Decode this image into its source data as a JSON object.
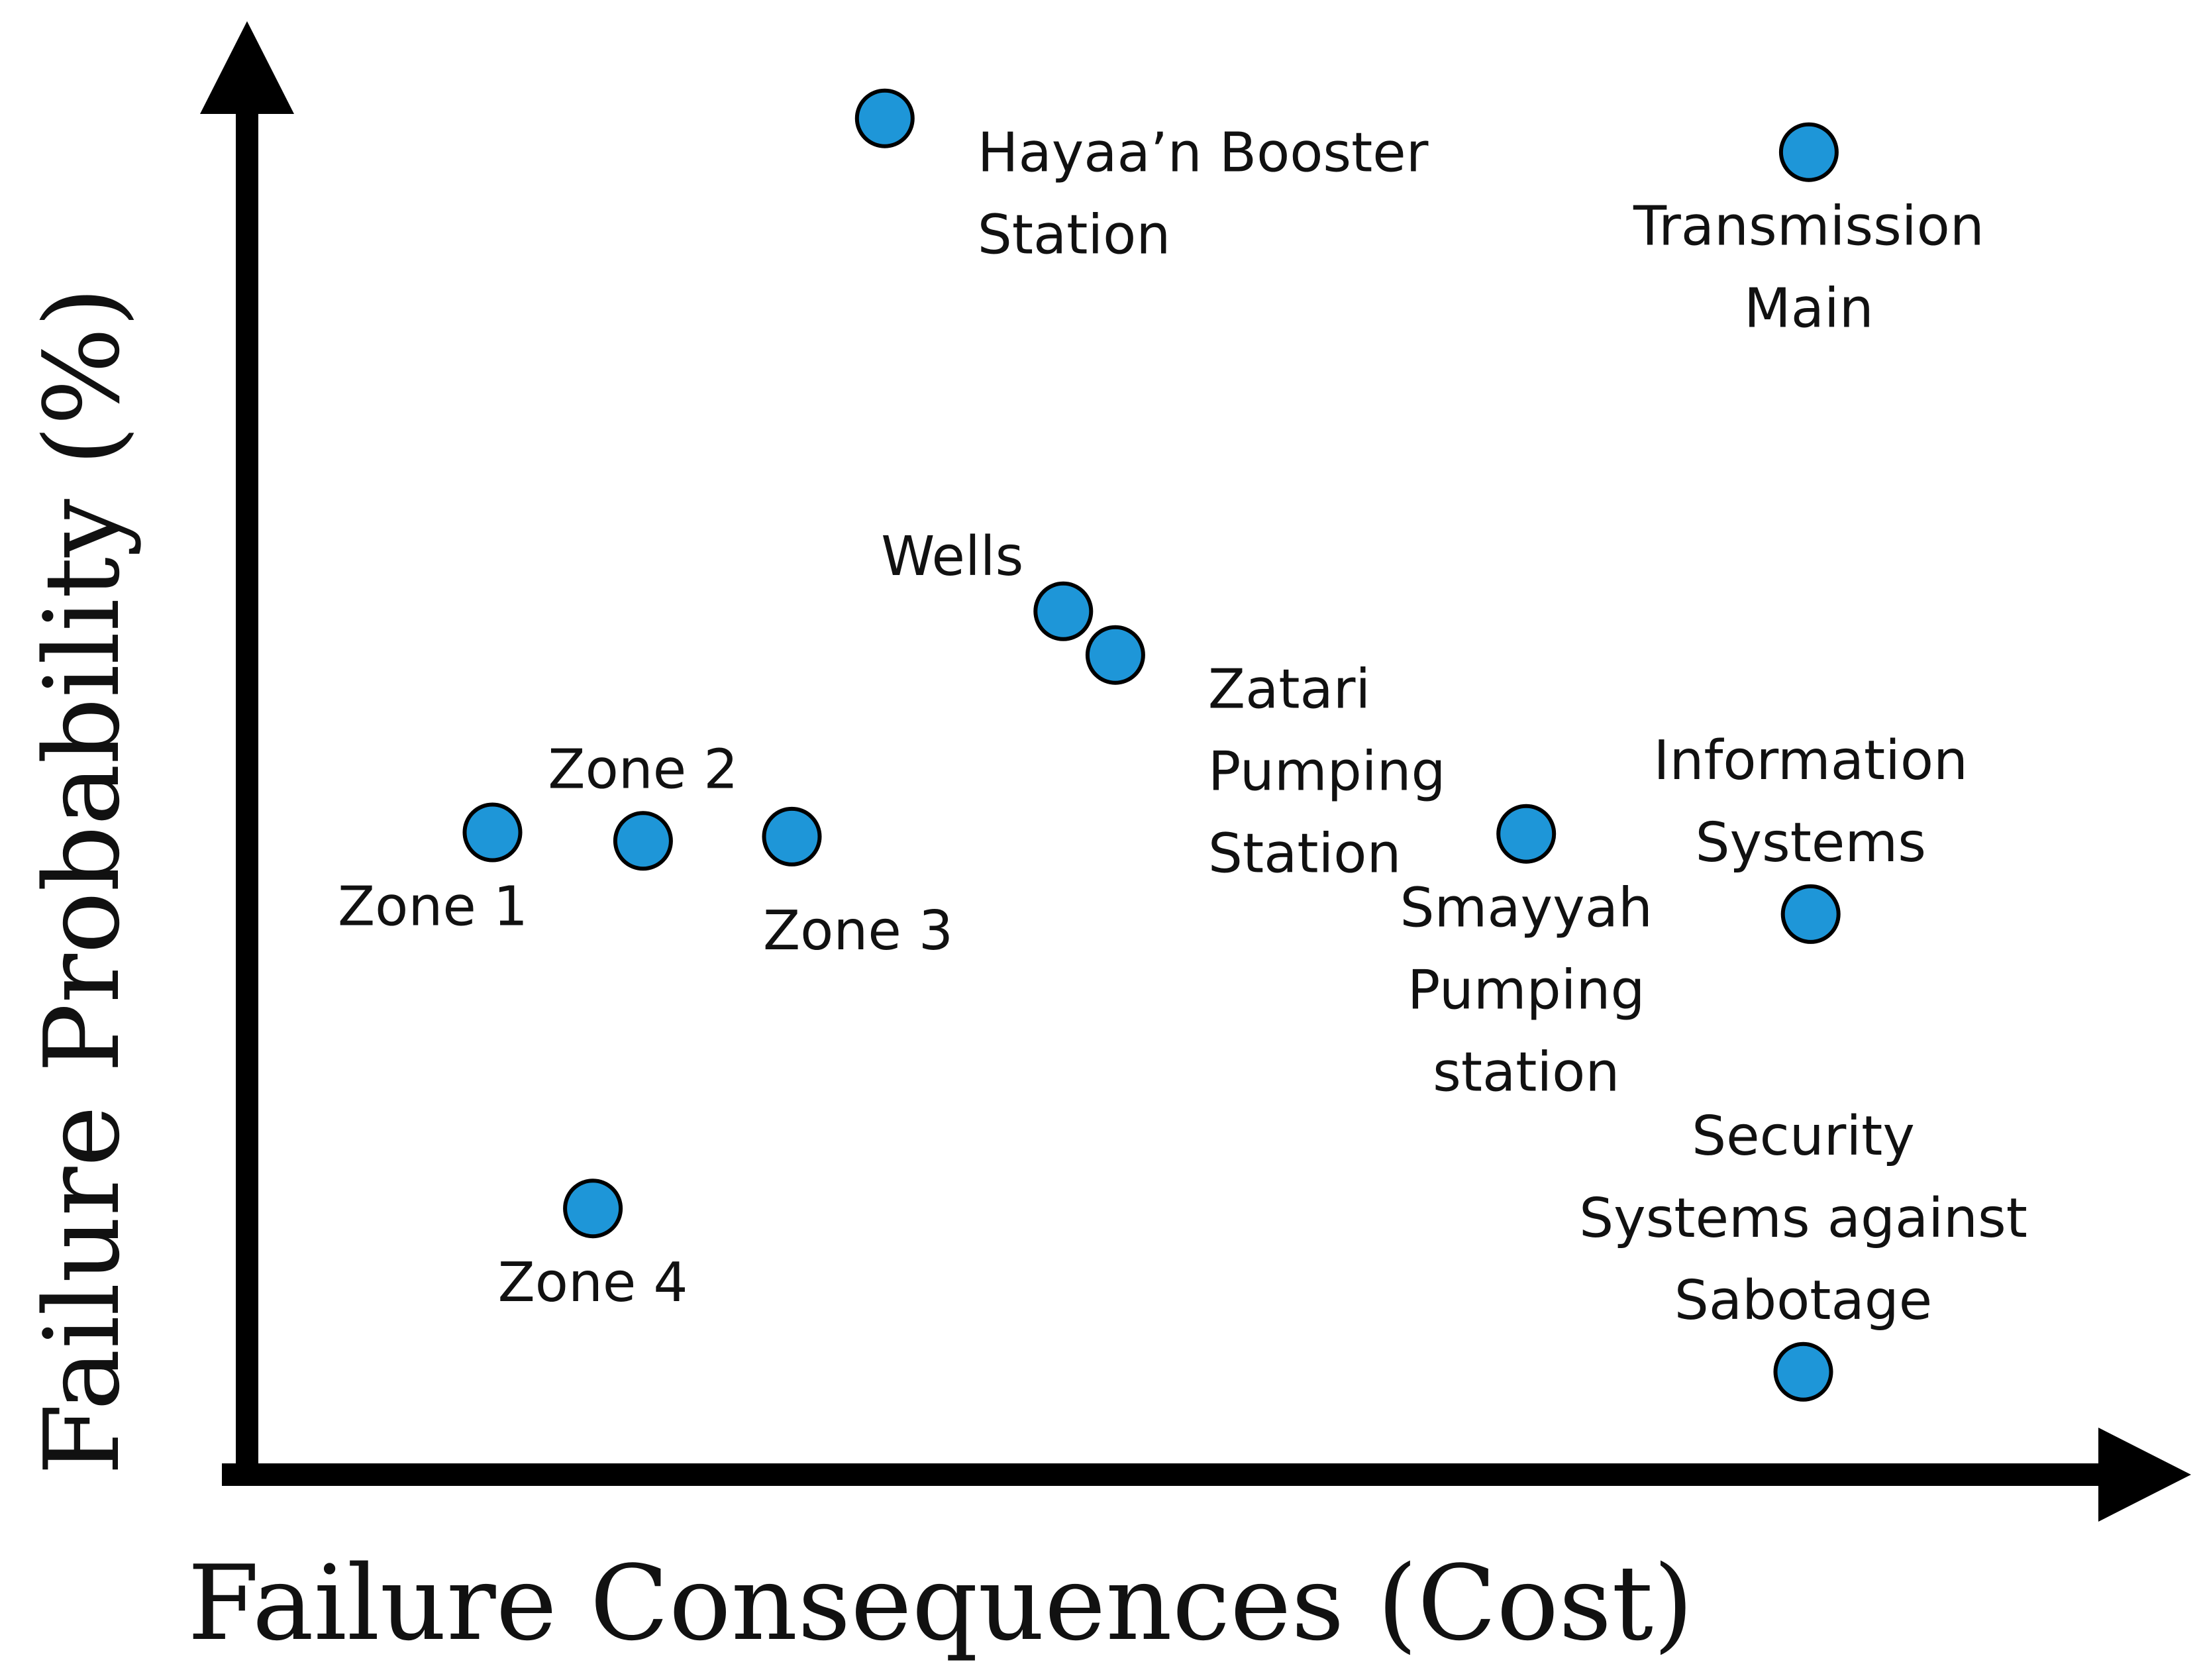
{
  "chart_data": {
    "type": "scatter",
    "title": "",
    "xlabel": "Failure Consequences (Cost)",
    "ylabel": "Failure Probability (%)",
    "xlim": [
      0,
      100
    ],
    "ylim": [
      0,
      100
    ],
    "axis_ticks": false,
    "grid": false,
    "legend": "none",
    "marker_color": "#1e96d8",
    "axis_color": "#000000",
    "points": [
      {
        "label": [
          "Zone 1"
        ],
        "x": 13.2,
        "y": 45.6,
        "label_anchor": "below-left"
      },
      {
        "label": [
          "Zone 2"
        ],
        "x": 21.3,
        "y": 45.0,
        "label_anchor": "above"
      },
      {
        "label": [
          "Zone 3"
        ],
        "x": 29.3,
        "y": 45.3,
        "label_anchor": "below-right"
      },
      {
        "label": [
          "Zone 4"
        ],
        "x": 18.6,
        "y": 18.9,
        "label_anchor": "below"
      },
      {
        "label": [
          "Hayaa’n Booster",
          "Station"
        ],
        "x": 34.3,
        "y": 96.3,
        "label_anchor": "right"
      },
      {
        "label": [
          "Wells"
        ],
        "x": 43.9,
        "y": 61.3,
        "label_anchor": "above-left"
      },
      {
        "label": [
          "Zatari",
          "Pumping",
          "Station"
        ],
        "x": 46.7,
        "y": 58.2,
        "label_anchor": "right"
      },
      {
        "label": [
          "Smayyah",
          "Pumping",
          "station"
        ],
        "x": 68.8,
        "y": 45.5,
        "label_anchor": "below"
      },
      {
        "label": [
          "Transmission",
          "Main"
        ],
        "x": 84.0,
        "y": 93.9,
        "label_anchor": "below"
      },
      {
        "label": [
          "Information",
          "Systems"
        ],
        "x": 84.1,
        "y": 39.8,
        "label_anchor": "above"
      },
      {
        "label": [
          "Security",
          "Systems against",
          "Sabotage"
        ],
        "x": 83.7,
        "y": 7.3,
        "label_anchor": "above"
      }
    ]
  }
}
